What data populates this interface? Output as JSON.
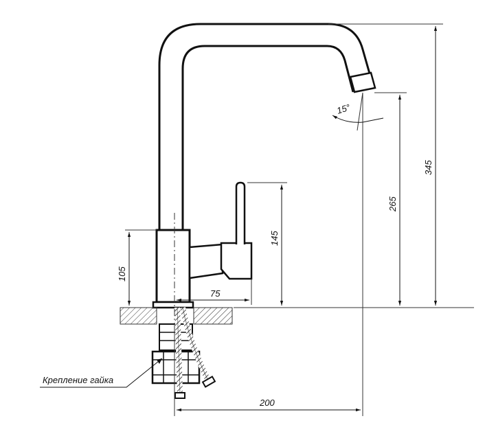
{
  "drawing": {
    "dimensions": {
      "total_height": "345",
      "spout_height": "265",
      "handle_height": "145",
      "body_height": "105",
      "handle_offset": "75",
      "spout_reach": "200",
      "spout_angle": "15°"
    },
    "callout_label": "Крепление гайка"
  }
}
